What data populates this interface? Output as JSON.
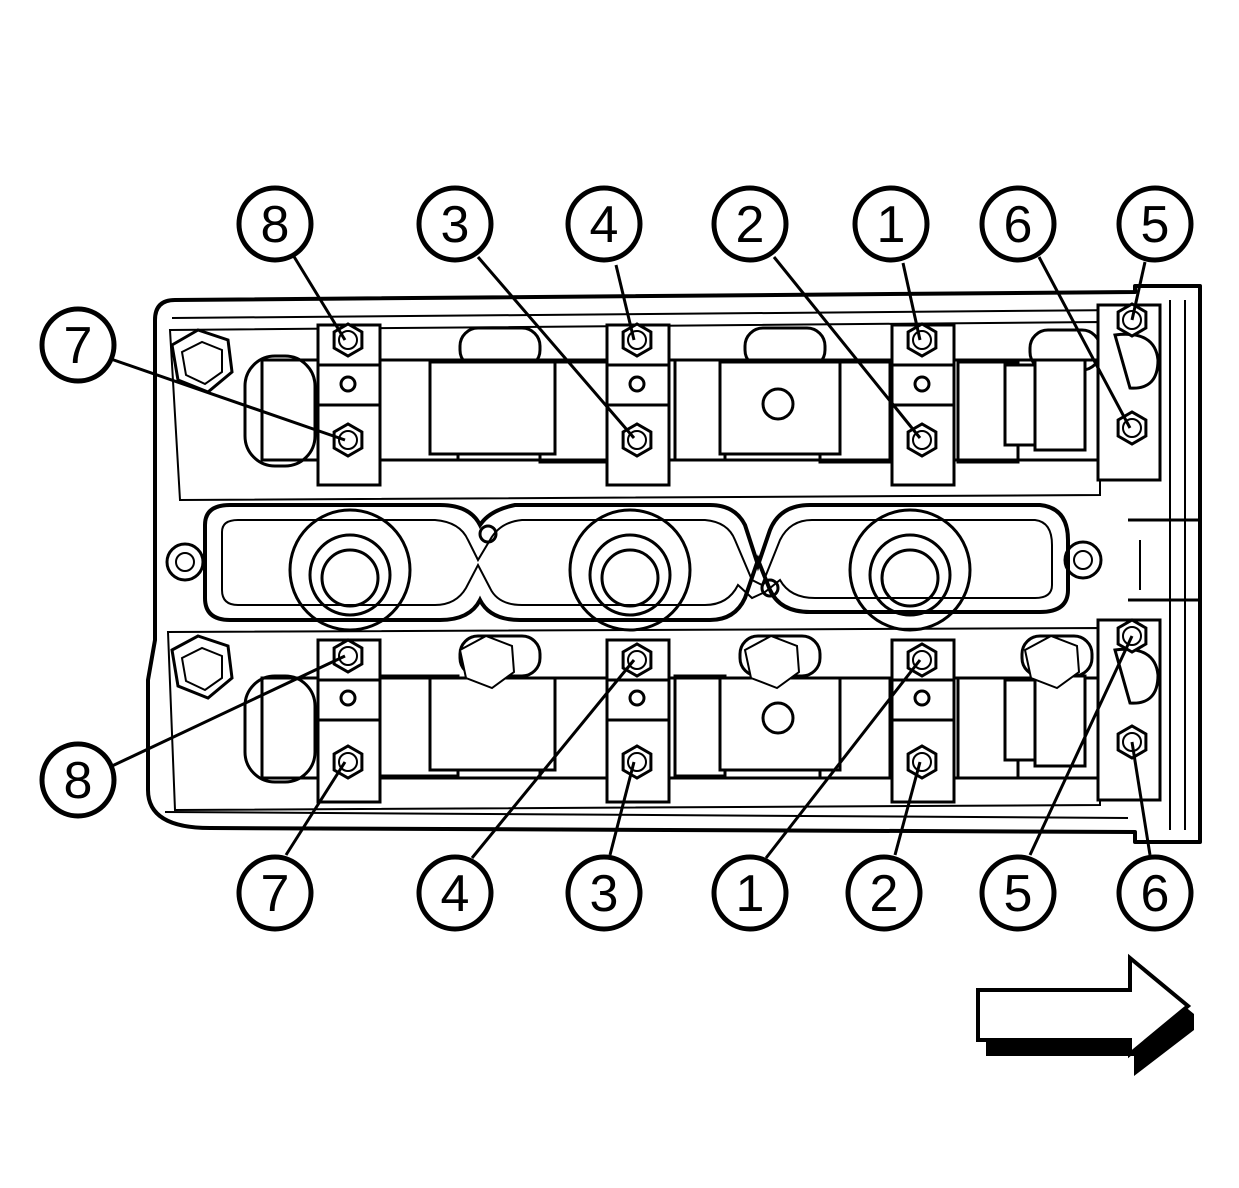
{
  "callouts_top": [
    "8",
    "3",
    "4",
    "2",
    "1",
    "6",
    "5"
  ],
  "callout_left_upper": "7",
  "callout_left_lower": "8",
  "callouts_bottom": [
    "7",
    "4",
    "3",
    "1",
    "2",
    "5",
    "6"
  ],
  "colors": {
    "ink": "#000000",
    "paper": "#ffffff"
  },
  "icons": {
    "direction": "arrow-right-icon"
  }
}
